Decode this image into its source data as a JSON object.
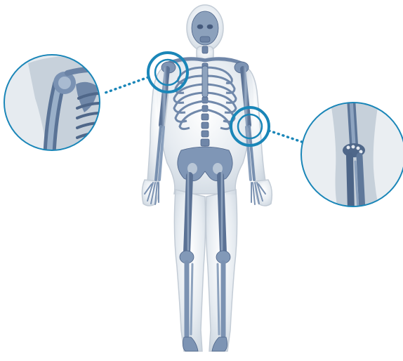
{
  "scene": {
    "subject": "human-skeleton-xray",
    "accent_color": "#1a86b8",
    "body_glow_color": "#c9d4de",
    "bone_color": "#7f97b4",
    "bone_shadow_color": "#52698b",
    "background_color": "#ffffff",
    "callouts": [
      {
        "name": "shoulder-joint",
        "connector": "dotted"
      },
      {
        "name": "elbow-joint",
        "connector": "dotted"
      }
    ]
  }
}
